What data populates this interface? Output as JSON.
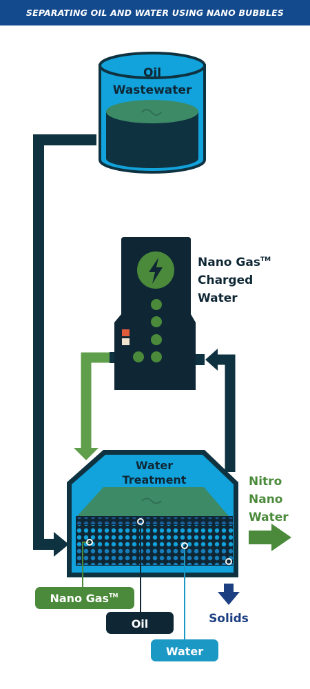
{
  "header": {
    "title": "SEPARATING OIL AND WATER USING NANO BUBBLES"
  },
  "tank": {
    "line1": "Oil",
    "line2": "Wastewater"
  },
  "generator": {
    "line1": "Nano Gas",
    "line1_tm": "TM",
    "line2": "Charged",
    "line3": "Water"
  },
  "treatment": {
    "line1": "Water",
    "line2": "Treatment"
  },
  "output": {
    "line1": "Nitro",
    "line2": "Nano",
    "line3": "Water"
  },
  "solids": {
    "label": "Solids"
  },
  "labels": {
    "nano_gas": "Nano Gas",
    "nano_gas_tm": "TM",
    "oil": "Oil",
    "water": "Water"
  },
  "colors": {
    "header_blue": "#134a8e",
    "dark_teal": "#0f3240",
    "bright_blue": "#12a3dc",
    "green": "#4a8a3a",
    "light_green": "#5f9e4b",
    "navy": "#1c3f82",
    "teal_label": "#1b98c4",
    "label_dark": "#0f2735"
  },
  "icons": [
    "lightning-icon",
    "wave-icon",
    "arrow-down-icon",
    "arrow-right-icon"
  ]
}
